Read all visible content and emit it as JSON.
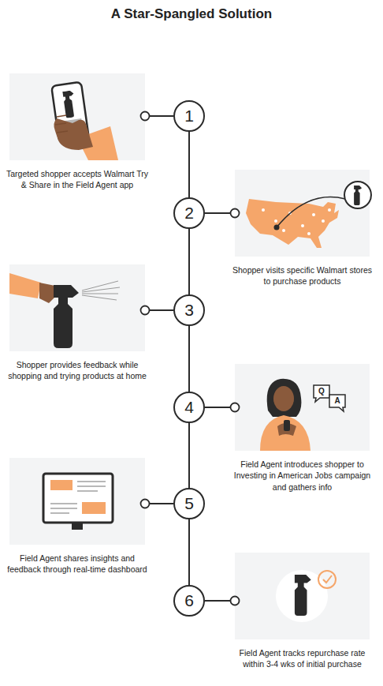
{
  "diagram": {
    "title": "A Star-Spangled Solution",
    "nodes": [
      {
        "text": [
          "1"
        ]
      },
      {
        "text": [
          "Targeted shopper accepts Walmart Try & Share in the Field Agent app"
        ]
      },
      {
        "text": [
          "2"
        ]
      },
      {
        "text": [
          "Shopper visits specific Walmart stores to purchase products"
        ]
      },
      {
        "text": [
          "3"
        ]
      },
      {
        "text": [
          "Shopper provides feedback while shopping and trying products at home"
        ]
      },
      {
        "text": [
          "4"
        ]
      },
      {
        "text": [
          "Field Agent introduces shopper to Investing in American Jobs campaign and gathers info"
        ]
      },
      {
        "text": [
          "5"
        ]
      },
      {
        "text": [
          "Field Agent shares insights and feedback through real-time dashboard"
        ]
      },
      {
        "text": [
          "6"
        ]
      },
      {
        "text": [
          "Field Agent tracks repurchase rate within 3-4 wks of initial purchase"
        ]
      }
    ],
    "edges": [
      {
        "from": 0,
        "to": 1,
        "arrow": "none"
      },
      {
        "from": 0,
        "to": 2,
        "arrow": "none"
      },
      {
        "from": 2,
        "to": 3,
        "arrow": "none"
      },
      {
        "from": 2,
        "to": 4,
        "arrow": "none"
      },
      {
        "from": 4,
        "to": 5,
        "arrow": "none"
      },
      {
        "from": 4,
        "to": 6,
        "arrow": "none"
      },
      {
        "from": 6,
        "to": 7,
        "arrow": "none"
      },
      {
        "from": 6,
        "to": 8,
        "arrow": "none"
      },
      {
        "from": 8,
        "to": 9,
        "arrow": "none"
      },
      {
        "from": 8,
        "to": 10,
        "arrow": "none"
      },
      {
        "from": 10,
        "to": 11,
        "arrow": "none"
      }
    ],
    "labels": [
      "Q",
      "A"
    ]
  }
}
